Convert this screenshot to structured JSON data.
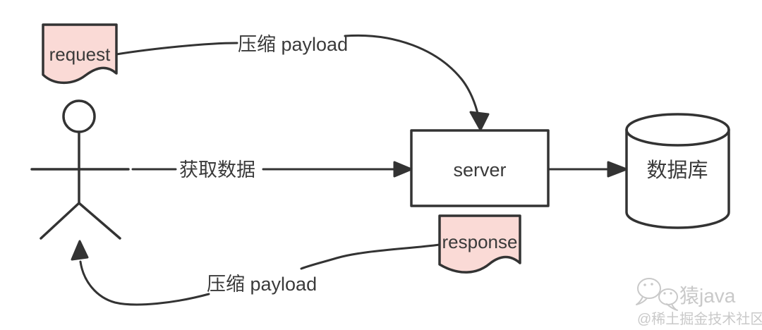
{
  "colors": {
    "line": "#333333",
    "text": "#3a3a3a",
    "note_fill": "#fadad6",
    "node_fill": "#ffffff",
    "watermark": "#c9c9c9"
  },
  "nodes": {
    "request": "request",
    "response": "response",
    "server": "server",
    "database": "数据库"
  },
  "edges": {
    "request_to_server": "压缩 payload",
    "user_to_server": "获取数据",
    "response_to_user": "压缩 payload"
  },
  "watermark": {
    "brand": "猿java",
    "community": "@稀土掘金技术社区"
  }
}
